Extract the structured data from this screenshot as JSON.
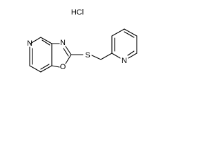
{
  "salt_label": "HCl",
  "molecule": {
    "name": "",
    "atoms": {
      "pyridine_fused_n": "N",
      "oxazole_n": "N",
      "oxazole_o": "O",
      "thioether_s": "S",
      "pyridine_right_n": "N"
    }
  },
  "colors": {
    "bond": "#000000",
    "text": "#000000",
    "background": "#ffffff"
  }
}
